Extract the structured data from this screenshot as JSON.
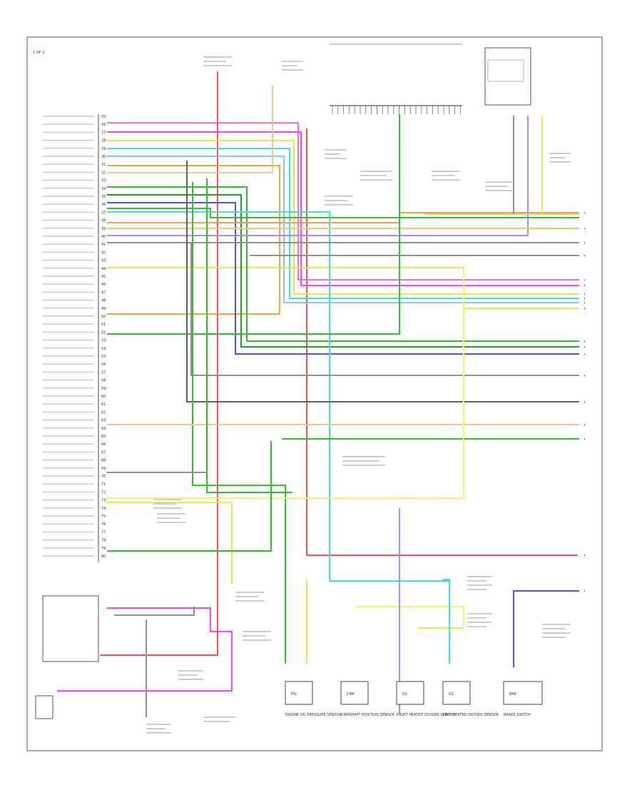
{
  "diagram": {
    "corner_label": "1 OF 2",
    "bottom_label": "",
    "header_label": "",
    "left_pins": [
      "25",
      "26",
      "27",
      "28",
      "29",
      "30",
      "31",
      "32",
      "33",
      "34",
      "35",
      "36",
      "37",
      "38",
      "39",
      "40",
      "41",
      "42",
      "43",
      "44",
      "45",
      "46",
      "47",
      "48",
      "49",
      "50",
      "51",
      "52",
      "53",
      "54",
      "55",
      "56",
      "57",
      "58",
      "59",
      "60",
      "61",
      "62",
      "63",
      "64",
      "65",
      "66",
      "67",
      "68",
      "69",
      "70",
      "71",
      "72",
      "73",
      "74",
      "75",
      "76",
      "77",
      "78",
      "79",
      "80"
    ],
    "components": [
      {
        "name": "ENGINE OIL PRESSURE SENSOR",
        "glyph": "PSI"
      },
      {
        "name": "CAMSHAFT POSITION SENSOR",
        "glyph": "CMP"
      },
      {
        "name": "RIGHT HEATED OXYGEN SENSOR",
        "glyph": "O2"
      },
      {
        "name": "LEFT HEATED OXYGEN SENSOR",
        "glyph": "O2"
      },
      {
        "name": "BRAKE SWITCH",
        "glyph": "BRK"
      }
    ],
    "wire_colors": {
      "red": "#ff5050",
      "orange": "#ffa040",
      "yellow": "#f4e24a",
      "pink": "#ff6ad5",
      "magenta": "#ff40ff",
      "cyan": "#40e0e0",
      "lightblue": "#80c8ff",
      "green": "#30c030",
      "darkgreen": "#20a020",
      "blue": "#5050ff",
      "lavender": "#9a90ff",
      "tan": "#f0c890",
      "lightyellow": "#fff070",
      "grey": "#909090",
      "darkgrey": "#606060",
      "peach": "#ffc080"
    }
  }
}
